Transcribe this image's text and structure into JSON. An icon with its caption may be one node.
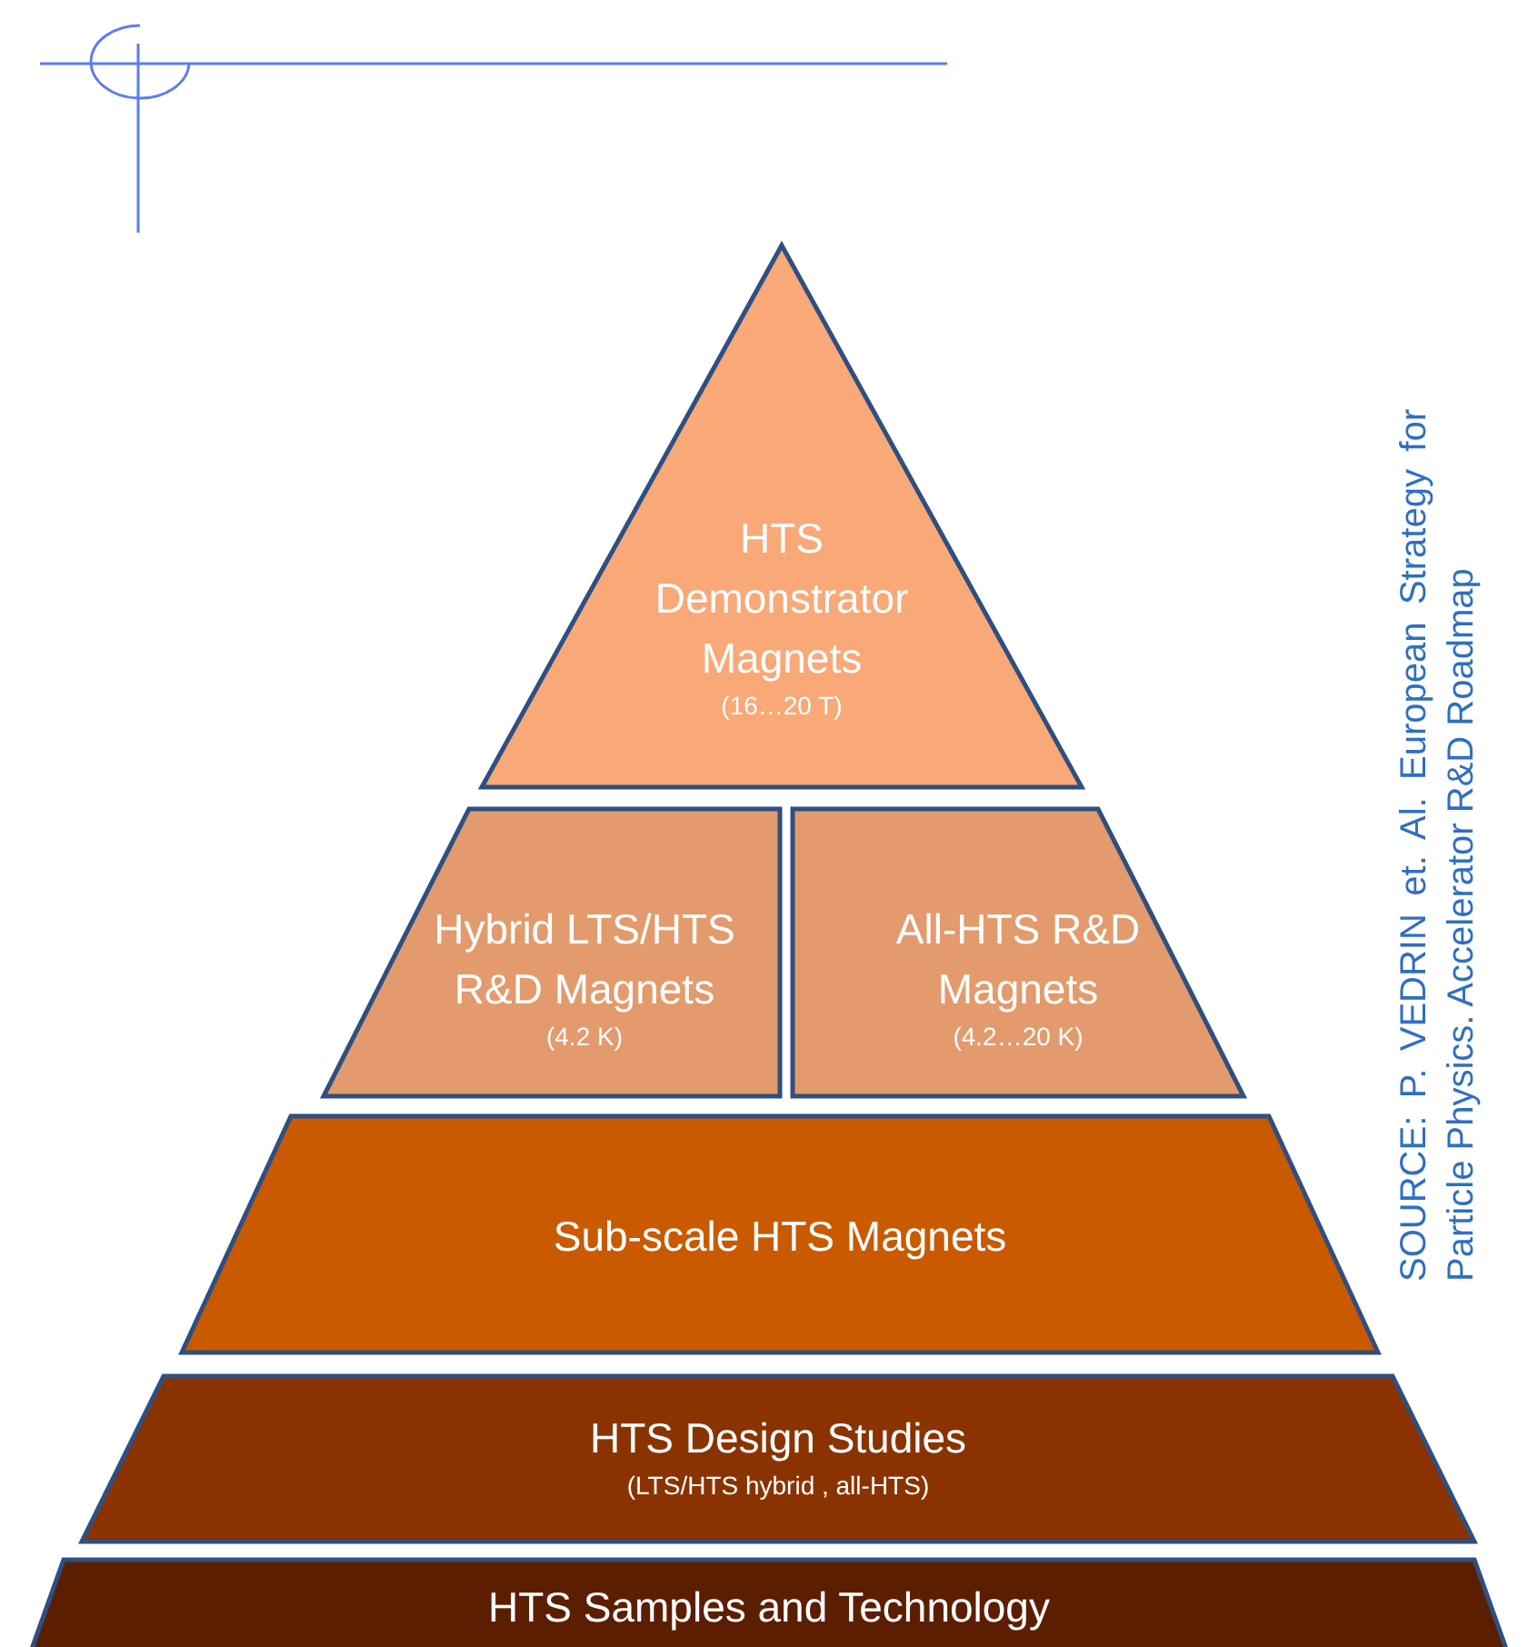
{
  "diagram": {
    "nodes": [
      {
        "text": [
          "HTS Demonstrator Magnets",
          "(16…20 T)"
        ]
      },
      {
        "text": [
          "Hybrid LTS/HTS R&D Magnets",
          "(4.2 K)"
        ]
      },
      {
        "text": [
          "All-HTS R&D Magnets",
          "(4.2…20 K)"
        ]
      },
      {
        "text": [
          "Sub-scale HTS Magnets"
        ]
      },
      {
        "text": [
          "HTS Design Studies",
          "(LTS/HTS hybrid , all-HTS)"
        ]
      },
      {
        "text": [
          "HTS Samples and Technology"
        ]
      }
    ],
    "labels": [
      "SOURCE: P. VEDRIN et. Al. European Strategy for Particle Physics. Accelerator R&D Roadmap"
    ]
  }
}
